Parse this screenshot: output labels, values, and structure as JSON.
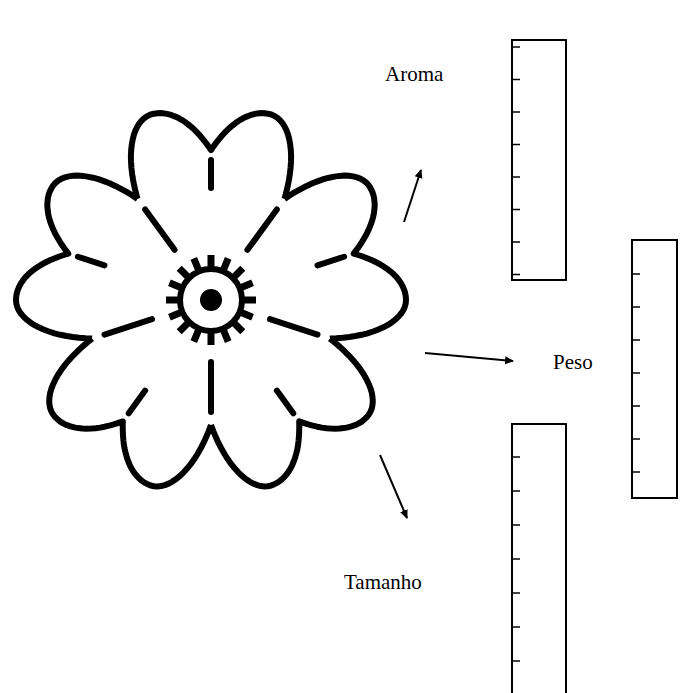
{
  "diagram": {
    "labels": [
      "Aroma",
      "Peso",
      "Tamanho"
    ]
  }
}
